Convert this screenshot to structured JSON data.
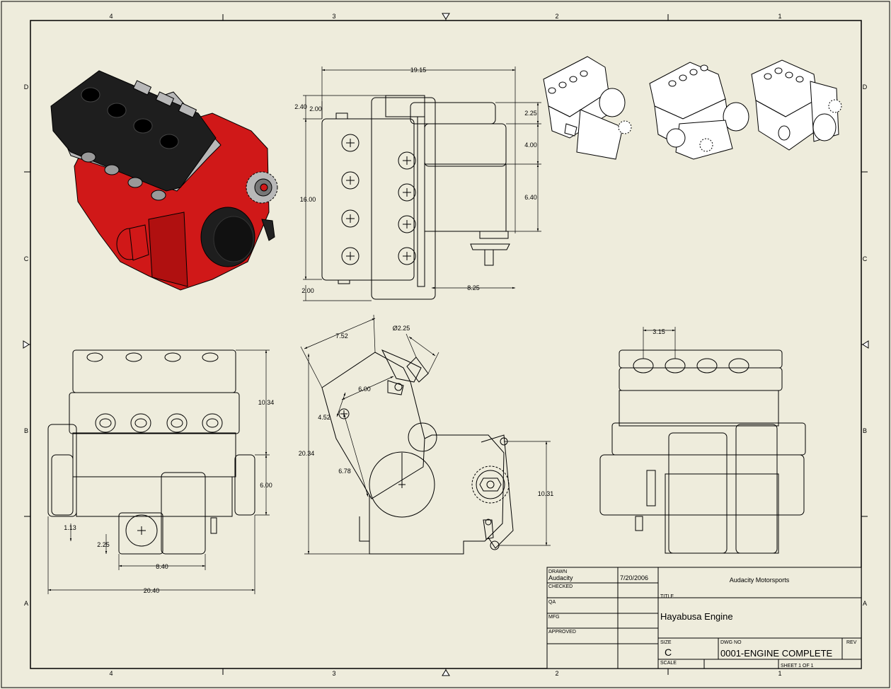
{
  "zones": {
    "columns": [
      "4",
      "3",
      "2",
      "1"
    ],
    "rows": [
      "D",
      "C",
      "B",
      "A"
    ]
  },
  "top_view": {
    "dims": {
      "overall_width": "19.15",
      "left_2_40": "2.40",
      "left_2_00_top": "2.00",
      "left_16_00": "16.00",
      "left_2_00_bottom": "2.00",
      "right_2_25": "2.25",
      "right_4_00": "4.00",
      "right_6_40": "6.40",
      "bottom_8_25": "8.25"
    }
  },
  "front_view": {
    "dims": {
      "height_10_34": "10.34",
      "height_6_00": "6.00",
      "left_1_13": "1.13",
      "left_2_25": "2.25",
      "width_8_40": "8.40",
      "width_20_40": "20.40"
    }
  },
  "side_view": {
    "dims": {
      "top_7_52": "7.52",
      "diameter_2_25": "Ø2.25",
      "inner_6_00": "6.00",
      "inner_4_52": "4.52",
      "height_20_34": "20.34",
      "inner_6_78": "6.78",
      "height_10_31": "10.31"
    }
  },
  "rear_view": {
    "dims": {
      "spacing_3_15": "3.15"
    }
  },
  "title_block": {
    "drawn_label": "DRAWN",
    "drawn_by": "Audacity",
    "drawn_date": "7/20/2006",
    "checked_label": "CHECKED",
    "qa_label": "QA",
    "mfg_label": "MFG",
    "approved_label": "APPROVED",
    "company": "Audacity Motorsports",
    "title_label": "TITLE",
    "title": "Hayabusa Engine",
    "size_label": "SIZE",
    "size": "C",
    "dwg_no_label": "DWG NO",
    "dwg_no": "0001-ENGINE COMPLETE",
    "rev_label": "REV",
    "scale_label": "SCALE",
    "sheet": "SHEET 1  OF 1"
  },
  "colors": {
    "paper": "#eeecdc",
    "line": "#000000",
    "engine_red": "#d01818",
    "engine_black": "#1e1e1e",
    "engine_silver": "#b8b8b8"
  }
}
